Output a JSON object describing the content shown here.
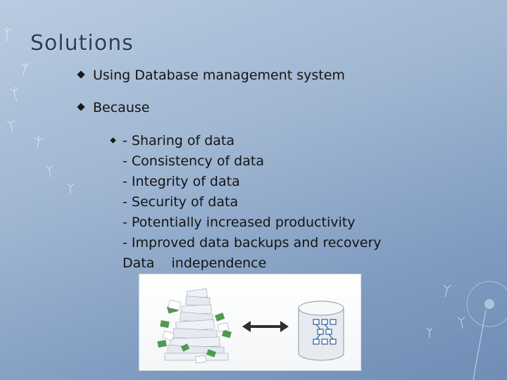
{
  "slide": {
    "title": "Solutions",
    "bullets": [
      {
        "text": "Using Database management system"
      },
      {
        "text": "Because"
      }
    ],
    "sub_bullet_lines": [
      "- Sharing of data",
      "- Consistency of data",
      "- Integrity of data",
      "- Security of data",
      "- Potentially increased productivity",
      "- Improved data backups and recovery",
      "Data    independence"
    ]
  },
  "icons": {
    "bullet": "square-bullet-icon",
    "paper_pile": "paper-stack-icon",
    "arrow": "double-arrow-icon",
    "database": "database-cylinder-icon",
    "dandelion": "dandelion-decoration"
  },
  "colors": {
    "background_top": "#b9cbe0",
    "background_bottom": "#6f8db6",
    "title": "#2d3f57",
    "text": "#141414"
  }
}
